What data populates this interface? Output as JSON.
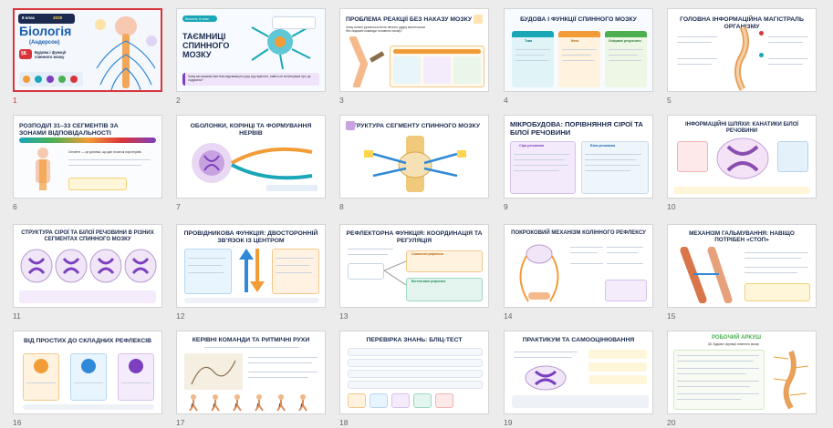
{
  "slides": [
    {
      "num": "1",
      "title": "Біологія",
      "tag": "8 клас",
      "year": "2025",
      "author": "(Андерсон)",
      "chapter": "§8.",
      "subtitle": "Будова і функції спинного мозку"
    },
    {
      "num": "2",
      "badge": "Біологія, 8 клас",
      "title": "Таємниці спинного мозку",
      "question": "Чому ми можемо миттєво відсмикнути руку від гарячого, навіть не встигнувши про це подумати?"
    },
    {
      "num": "3",
      "title": "Проблема реакції без наказу мозку",
      "text": "Чому коліно рухається після легкого удару молоточком без свідомої команди головного мозку?"
    },
    {
      "num": "4",
      "title": "Будова і функції спинного мозку",
      "cols": [
        "Тема",
        "Мета",
        "Очікувані результати"
      ]
    },
    {
      "num": "5",
      "title": "Головна інформаційна магістраль організму"
    },
    {
      "num": "6",
      "title": "Розподіл 31–33 сегментів за зонами відповідальності",
      "text": "Сегмент — це ділянка, що дає початок парі нервів."
    },
    {
      "num": "7",
      "title": "Оболонки, корінці та формування нервів"
    },
    {
      "num": "8",
      "title": "Структура сегменту спинного мозку"
    },
    {
      "num": "9",
      "title": "Мікробудова: порівняння сірої та білої речовини",
      "a": "Сіра речовина",
      "b": "Біла речовина"
    },
    {
      "num": "10",
      "title": "Інформаційні шляхи: канатики білої речовини"
    },
    {
      "num": "11",
      "title": "Структура сірої та білої речовини в різних сегментах спинного мозку"
    },
    {
      "num": "12",
      "title": "Провідникова функція: двосторонній зв'язок із центром"
    },
    {
      "num": "13",
      "title": "Рефлекторна функція: координація та регуляція",
      "a": "Соматичні рефлекси",
      "b": "Вегетативні рефлекси"
    },
    {
      "num": "14",
      "title": "Покроковий механізм колінного рефлексу"
    },
    {
      "num": "15",
      "title": "Механізм гальмування: навіщо потрібен «стоп»"
    },
    {
      "num": "16",
      "title": "Від простих до складних рефлексів"
    },
    {
      "num": "17",
      "title": "Керівні команди та ритмічні рухи"
    },
    {
      "num": "18",
      "title": "Перевірка знань: бліц-тест"
    },
    {
      "num": "19",
      "title": "Практикум та самооцінювання"
    },
    {
      "num": "20",
      "title": "Робочий аркуш",
      "subtitle": "§8. Будова і функції спинного мозку"
    }
  ],
  "colors": {
    "accent": "#d9343a",
    "navy": "#1b2a4e",
    "teal": "#19a7b8",
    "orange": "#f29c38",
    "purple": "#7b3fbf",
    "green": "#4caf50"
  }
}
